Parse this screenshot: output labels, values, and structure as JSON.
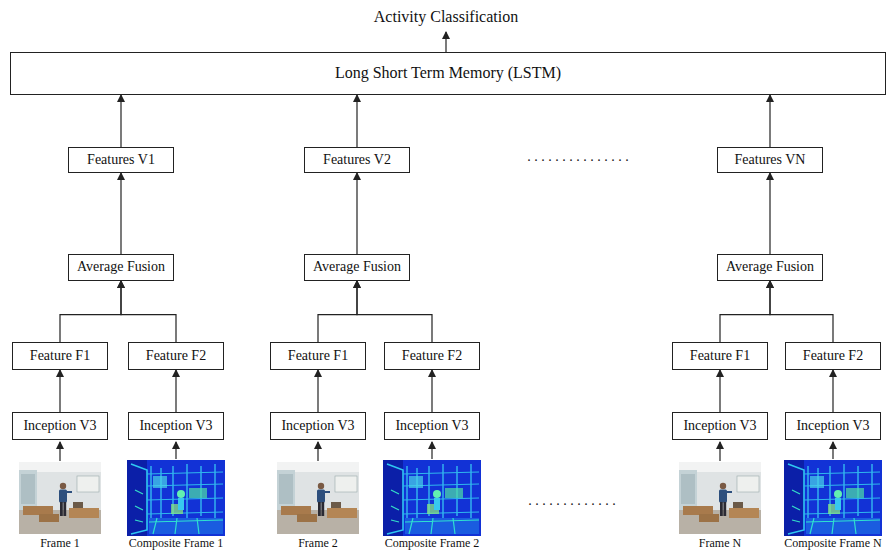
{
  "diagram": {
    "nodes": [
      {
        "text": [
          "Long Short Term Memory (LSTM)"
        ]
      },
      {
        "text": [
          "Features V1"
        ]
      },
      {
        "text": [
          "Features V2"
        ]
      },
      {
        "text": [
          "Features VN"
        ]
      },
      {
        "text": [
          "Average Fusion"
        ]
      },
      {
        "text": [
          "Average Fusion"
        ]
      },
      {
        "text": [
          "Average Fusion"
        ]
      },
      {
        "text": [
          "Feature F1"
        ]
      },
      {
        "text": [
          "Feature F2"
        ]
      },
      {
        "text": [
          "Feature F1"
        ]
      },
      {
        "text": [
          "Feature F2"
        ]
      },
      {
        "text": [
          "Feature F1"
        ]
      },
      {
        "text": [
          "Feature F2"
        ]
      },
      {
        "text": [
          "Inception V3"
        ]
      },
      {
        "text": [
          "Inception V3"
        ]
      },
      {
        "text": [
          "Inception V3"
        ]
      },
      {
        "text": [
          "Inception V3"
        ]
      },
      {
        "text": [
          "Inception V3"
        ]
      },
      {
        "text": [
          "Inception V3"
        ]
      }
    ],
    "edges": [
      {
        "from": 1,
        "to": 0,
        "arrow": "to"
      },
      {
        "from": 2,
        "to": 0,
        "arrow": "to"
      },
      {
        "from": 3,
        "to": 0,
        "arrow": "to"
      },
      {
        "from": 4,
        "to": 1,
        "arrow": "to"
      },
      {
        "from": 5,
        "to": 2,
        "arrow": "to"
      },
      {
        "from": 6,
        "to": 3,
        "arrow": "to"
      },
      {
        "from": 7,
        "to": 4,
        "arrow": "to"
      },
      {
        "from": 8,
        "to": 4,
        "arrow": "to"
      },
      {
        "from": 9,
        "to": 5,
        "arrow": "to"
      },
      {
        "from": 10,
        "to": 5,
        "arrow": "to"
      },
      {
        "from": 11,
        "to": 6,
        "arrow": "to"
      },
      {
        "from": 12,
        "to": 6,
        "arrow": "to"
      },
      {
        "from": 13,
        "to": 7,
        "arrow": "to"
      },
      {
        "from": 14,
        "to": 8,
        "arrow": "to"
      },
      {
        "from": 15,
        "to": 9,
        "arrow": "to"
      },
      {
        "from": 16,
        "to": 10,
        "arrow": "to"
      },
      {
        "from": 17,
        "to": 11,
        "arrow": "to"
      },
      {
        "from": 18,
        "to": 12,
        "arrow": "to"
      }
    ],
    "labels": [
      "Activity Classification",
      ". . . . . . . . . . . . . . .",
      ". . . . . . . . . . . . .",
      "Frame 1",
      "Composite Frame 1",
      "Frame 2",
      "Composite Frame 2",
      "Frame N",
      "Composite Frame N"
    ]
  }
}
